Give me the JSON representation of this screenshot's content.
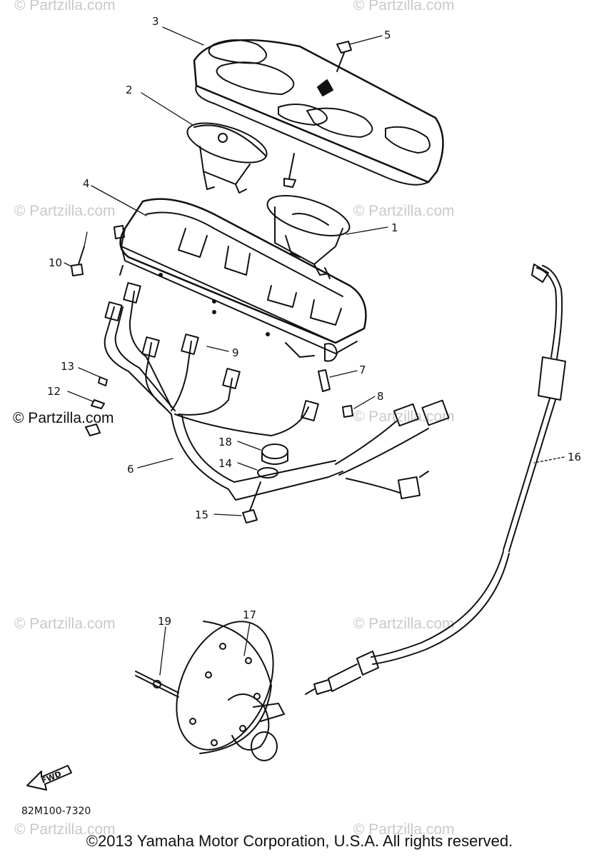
{
  "watermark": "© Partzilla.com",
  "watermark_strong": "© Partzilla.com",
  "callouts": [
    "1",
    "2",
    "3",
    "4",
    "5",
    "6",
    "7",
    "8",
    "9",
    "10",
    "12",
    "13",
    "14",
    "15",
    "16",
    "17",
    "18",
    "19"
  ],
  "fwd_label": "FWD",
  "diagram_code": "82M100-7320",
  "copyright": "©2013 Yamaha Motor Corporation, U.S.A. All rights reserved."
}
